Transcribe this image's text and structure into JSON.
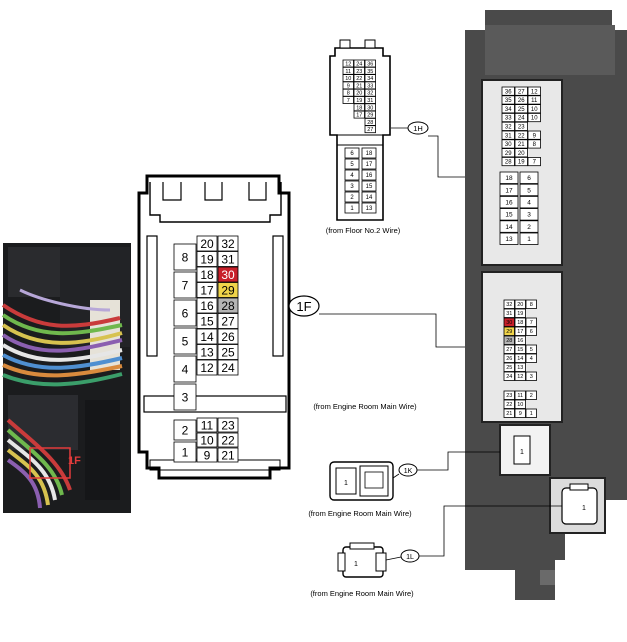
{
  "callouts": {
    "c1h": "1H",
    "c1f": "1F",
    "c1k": "1K",
    "c1l": "1L",
    "photo_tag": "1F"
  },
  "captions": {
    "floor": "(from Floor No.2 Wire)",
    "engine_main": "(from Engine Room Main Wire)",
    "engine_1k": "(from Engine Room Main Wire)",
    "engine_1l": "(from Engine Room Main Wire)"
  },
  "big_connector": {
    "left_col": [
      {
        "id": "p8",
        "t": "8"
      },
      {
        "id": "p7",
        "t": "7"
      },
      {
        "id": "p6",
        "t": "6"
      },
      {
        "id": "p5",
        "t": "5"
      },
      {
        "id": "p4",
        "t": "4"
      },
      {
        "id": "p3",
        "t": "3"
      }
    ],
    "grid": [
      [
        "20",
        "32"
      ],
      [
        "19",
        "31"
      ],
      [
        "18",
        "30"
      ],
      [
        "17",
        "29"
      ],
      [
        "16",
        "28"
      ],
      [
        "15",
        "27"
      ],
      [
        "14",
        "26"
      ],
      [
        "13",
        "25"
      ],
      [
        "12",
        "24"
      ]
    ],
    "bottom": [
      [
        "11",
        "23"
      ],
      [
        "10",
        "22"
      ],
      [
        "9",
        "21"
      ]
    ],
    "bottom_left": [
      {
        "id": "p2",
        "t": "2"
      },
      {
        "id": "p1",
        "t": "1"
      }
    ]
  },
  "connector_1h_top": {
    "rows": [
      [
        "12",
        "24",
        "36"
      ],
      [
        "11",
        "23",
        "35"
      ],
      [
        "10",
        "22",
        "34"
      ],
      [
        "9",
        "21",
        "33"
      ],
      [
        "8",
        "20",
        "32"
      ],
      [
        "7",
        "19",
        "31"
      ],
      [
        "",
        "18",
        "30"
      ],
      [
        "",
        "17",
        "29"
      ],
      [
        "",
        "",
        "28"
      ],
      [
        "",
        "",
        "27"
      ]
    ],
    "lower": [
      [
        "6",
        "18"
      ],
      [
        "5",
        "17"
      ],
      [
        "4",
        "16"
      ],
      [
        "3",
        "15"
      ],
      [
        "2",
        "14"
      ],
      [
        "1",
        "13"
      ]
    ]
  },
  "connector_1h_block": {
    "rows": [
      [
        "36",
        "27",
        "12"
      ],
      [
        "35",
        "26",
        "11"
      ],
      [
        "34",
        "25",
        "10"
      ],
      [
        "33",
        "24",
        "10"
      ],
      [
        "32",
        "23",
        ""
      ],
      [
        "31",
        "22",
        "9"
      ],
      [
        "30",
        "21",
        "8"
      ],
      [
        "29",
        "20",
        ""
      ],
      [
        "28",
        "19",
        "7"
      ]
    ],
    "lower": [
      [
        "18",
        "6"
      ],
      [
        "17",
        "5"
      ],
      [
        "16",
        "4"
      ],
      [
        "15",
        "3"
      ],
      [
        "14",
        "2"
      ],
      [
        "13",
        "1"
      ]
    ]
  },
  "connector_1f_block": {
    "rows": [
      [
        "32",
        "20",
        "8"
      ],
      [
        "31",
        "19",
        ""
      ],
      [
        "30",
        "18",
        "7"
      ],
      [
        "29",
        "17",
        "6"
      ],
      [
        "28",
        "16",
        ""
      ],
      [
        "27",
        "15",
        "5"
      ],
      [
        "26",
        "14",
        "4"
      ],
      [
        "25",
        "13",
        ""
      ],
      [
        "24",
        "12",
        "3"
      ],
      [
        "23",
        "11",
        "2"
      ],
      [
        "22",
        "10",
        ""
      ],
      [
        "21",
        "9",
        "1"
      ]
    ]
  },
  "connector_1k": {
    "pin": "1"
  },
  "connector_1l": {
    "pin": "1"
  },
  "connector_block_1k": {
    "pin": "1"
  },
  "connector_block_right": {
    "pin": "1"
  },
  "colors": {
    "red_pin": "#c8202a",
    "yellow_pin": "#f0d44a",
    "gray_pin": "#b4b4b4",
    "block_dark": "#4a4a4a",
    "block_mid": "#8a8a8a"
  }
}
